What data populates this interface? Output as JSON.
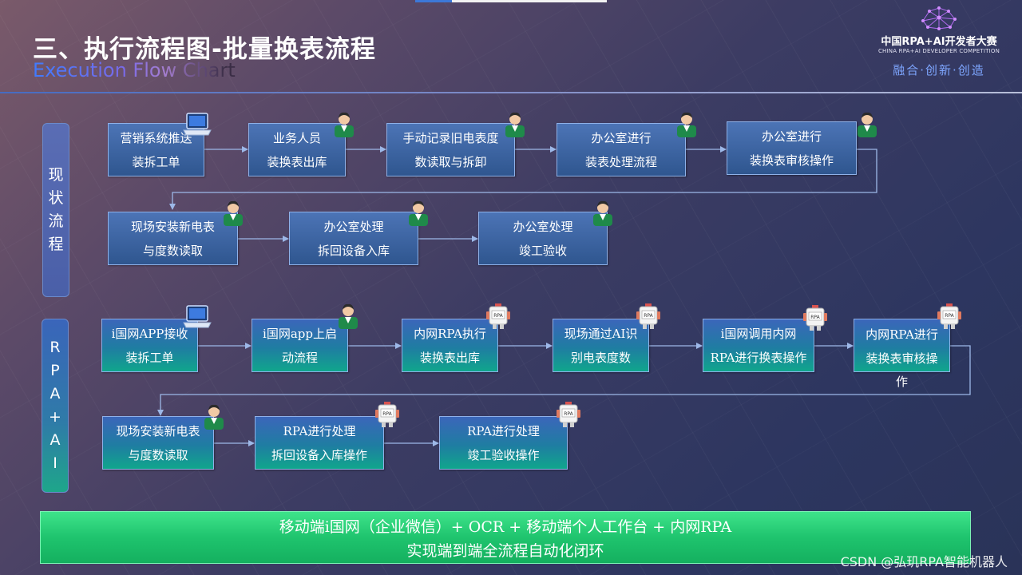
{
  "header": {
    "title": "三、执行流程图-批量换表流程",
    "subtitle": "Execution Flow Chart"
  },
  "brand": {
    "name": "中国RPA+AI开发者大赛",
    "name_en": "CHINA RPA+AI DEVELOPER COMPETITION",
    "slogan": "融合·创新·创造"
  },
  "sections": {
    "current": {
      "label_chars": [
        "现",
        "状",
        "流",
        "程"
      ]
    },
    "rpa": {
      "label_chars": [
        "R",
        "P",
        "A",
        "+",
        "A",
        "I"
      ]
    }
  },
  "current_flow": {
    "nodes": [
      {
        "line1": "营销系统推送",
        "line2": "装拆工单",
        "actor": "laptop"
      },
      {
        "line1": "业务人员",
        "line2": "装换表出库",
        "actor": "person"
      },
      {
        "line1": "手动记录旧电表度",
        "line2": "数读取与拆卸",
        "actor": "person"
      },
      {
        "line1": "办公室进行",
        "line2": "装表处理流程",
        "actor": "person"
      },
      {
        "line1": "办公室进行",
        "line2": "装换表审核操作",
        "actor": "person"
      },
      {
        "line1": "现场安装新电表",
        "line2": "与度数读取",
        "actor": "person"
      },
      {
        "line1": "办公室处理",
        "line2": "拆回设备入库",
        "actor": "person"
      },
      {
        "line1": "办公室处理",
        "line2": "竣工验收",
        "actor": "person"
      }
    ]
  },
  "rpa_flow": {
    "nodes": [
      {
        "line1": "i国网APP接收",
        "line2": "装拆工单",
        "actor": "laptop"
      },
      {
        "line1": "i国网app上启",
        "line2": "动流程",
        "actor": "person"
      },
      {
        "line1": "内网RPA执行",
        "line2": "装换表出库",
        "actor": "robot"
      },
      {
        "line1": "现场通过AI识",
        "line2": "别电表度数",
        "actor": "robot"
      },
      {
        "line1": "i国网调用内网",
        "line2": "RPA进行换表操作",
        "actor": "robot"
      },
      {
        "line1": "内网RPA进行",
        "line2": "装换表审核操",
        "line3": "作",
        "actor": "robot"
      },
      {
        "line1": "现场安装新电表",
        "line2": "与度数读取",
        "actor": "person"
      },
      {
        "line1": "RPA进行处理",
        "line2": "拆回设备入库操作",
        "actor": "robot"
      },
      {
        "line1": "RPA进行处理",
        "line2": "竣工验收操作",
        "actor": "robot"
      }
    ],
    "robot_badge_text": "RPA"
  },
  "banner": {
    "line1": "移动端i国网（企业微信）+ OCR + 移动端个人工作台 + 内网RPA",
    "line2": "实现端到端全流程自动化闭环"
  },
  "watermark": "CSDN @弘玑RPA智能机器人",
  "colors": {
    "node_blue": "#2f568f",
    "node_green": "#10a68c",
    "banner_green": "#1fc46e",
    "subtitle_blue": "#3f7bff"
  }
}
